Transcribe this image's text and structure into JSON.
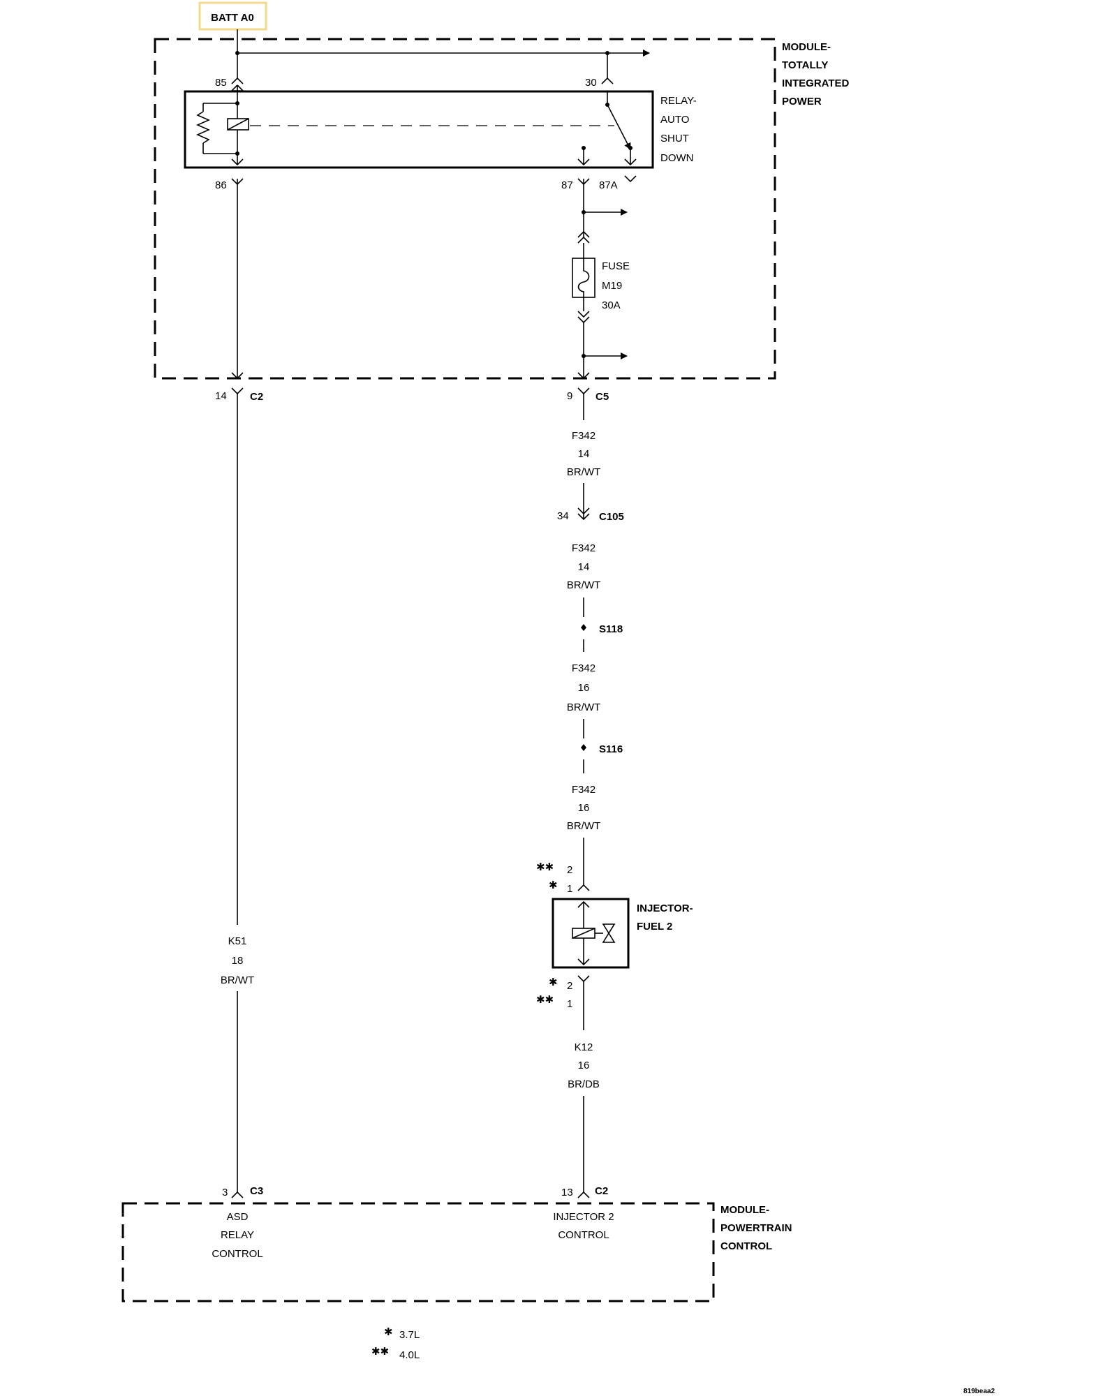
{
  "batt_label": "BATT A0",
  "batt_accent_color": "#f3d98a",
  "module_tip": {
    "line1": "MODULE-",
    "line2": "TOTALLY",
    "line3": "INTEGRATED",
    "line4": "POWER"
  },
  "relay": {
    "line1": "RELAY-",
    "line2": "AUTO",
    "line3": "SHUT",
    "line4": "DOWN"
  },
  "relay_pins": {
    "p85": "85",
    "p30": "30",
    "p86": "86",
    "p87": "87",
    "p87a": "87A"
  },
  "fuse": {
    "line1": "FUSE",
    "line2": "M19",
    "line3": "30A"
  },
  "left_chain": {
    "c2_pin": "14",
    "c2_conn": "C2",
    "wire": {
      "circuit": "K51",
      "gauge": "18",
      "color": "BR/WT"
    },
    "c3_pin": "3",
    "c3_conn": "C3"
  },
  "right_chain": {
    "c5_pin": "9",
    "c5_conn": "C5",
    "wire1": {
      "circuit": "F342",
      "gauge": "14",
      "color": "BR/WT"
    },
    "c105_pin": "34",
    "c105_conn": "C105",
    "wire2": {
      "circuit": "F342",
      "gauge": "14",
      "color": "BR/WT"
    },
    "splice1": "S118",
    "wire3": {
      "circuit": "F342",
      "gauge": "16",
      "color": "BR/WT"
    },
    "splice2": "S116",
    "wire4": {
      "circuit": "F342",
      "gauge": "16",
      "color": "BR/WT"
    },
    "inj_top": {
      "star2": "✱✱",
      "pin2": "2",
      "star1": "✱",
      "pin1": "1"
    },
    "inj_bottom": {
      "star1": "✱",
      "pin2": "2",
      "star2": "✱✱",
      "pin1": "1"
    },
    "wire5": {
      "circuit": "K12",
      "gauge": "16",
      "color": "BR/DB"
    },
    "c2_pin": "13",
    "c2_conn": "C2"
  },
  "injector": {
    "line1": "INJECTOR-",
    "line2": "FUEL 2"
  },
  "pcm": {
    "line1": "MODULE-",
    "line2": "POWERTRAIN",
    "line3": "CONTROL"
  },
  "pcm_left": {
    "line1": "ASD",
    "line2": "RELAY",
    "line3": "CONTROL"
  },
  "pcm_right": {
    "line1": "INJECTOR 2",
    "line2": "CONTROL"
  },
  "legend": {
    "star1": "✱",
    "star1_label": "3.7L",
    "star2": "✱✱",
    "star2_label": "4.0L"
  },
  "ref_code": "819beaa2"
}
